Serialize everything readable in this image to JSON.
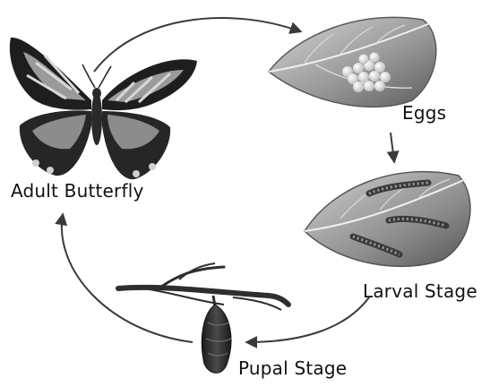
{
  "diagram": {
    "stages": {
      "adult": "Adult Butterfly",
      "eggs": "Eggs",
      "larval": "Larval Stage",
      "pupal": "Pupal Stage"
    }
  },
  "colors": {
    "arrow": "#3a3a3a",
    "leaf_light": "#bdbdbd",
    "leaf_dark": "#6e6e6e",
    "wing_dark": "#1e1e1e",
    "egg": "#f2f2f2"
  }
}
